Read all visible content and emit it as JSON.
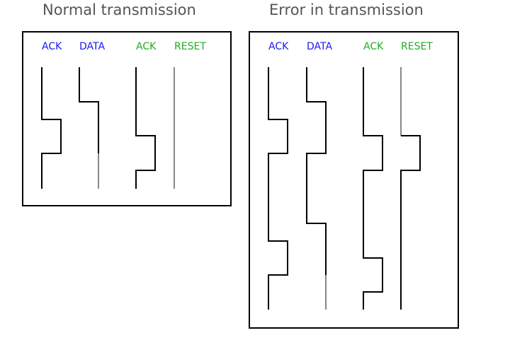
{
  "colors": {
    "ack_data_label": "#1a1aee",
    "ack_reset_label": "#22aa22",
    "title": "#555555",
    "wire_active": "#000000",
    "wire_inactive": "#888888"
  },
  "normal": {
    "title": "Normal transmission",
    "labels": [
      "ACK",
      "DATA",
      "ACK",
      "RESET"
    ]
  },
  "error": {
    "title": "Error in transmission",
    "labels": [
      "ACK",
      "DATA",
      "ACK",
      "RESET"
    ]
  }
}
